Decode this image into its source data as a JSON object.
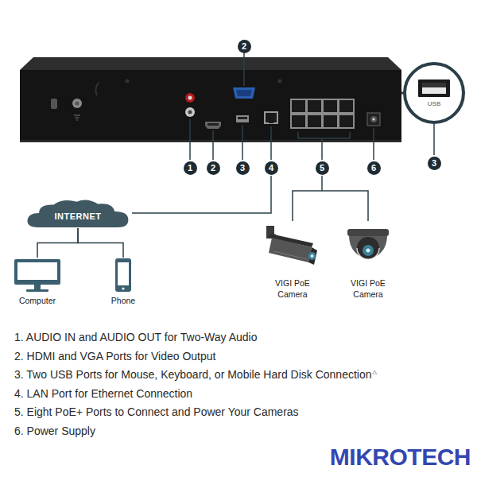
{
  "diagram": {
    "nodes": [
      {
        "text": [
          "INTERNET"
        ]
      },
      {
        "text": [
          "Computer"
        ]
      },
      {
        "text": [
          "Phone"
        ]
      },
      {
        "text": [
          "VIGI PoE Camera"
        ]
      },
      {
        "text": [
          "VIGI PoE Camera"
        ]
      }
    ],
    "edges": [
      {
        "from": 0,
        "to": 1,
        "arrow": "none"
      },
      {
        "from": 0,
        "to": 2,
        "arrow": "none"
      }
    ],
    "labels": [
      "2",
      "3",
      "1",
      "2",
      "3",
      "4",
      "5",
      "6",
      "USB",
      "1. AUDIO IN and AUDIO OUT for Two-Way Audio",
      "2. HDMI and VGA Ports for Video Output",
      "3. Two USB Ports for Mouse, Keyboard, or Mobile Hard Disk Connection",
      "4. LAN Port for Ethernet Connection",
      "5. Eight PoE+ Ports to Connect and Power Your Cameras",
      "6. Power Supply",
      "△",
      "MIKROTECH"
    ]
  }
}
